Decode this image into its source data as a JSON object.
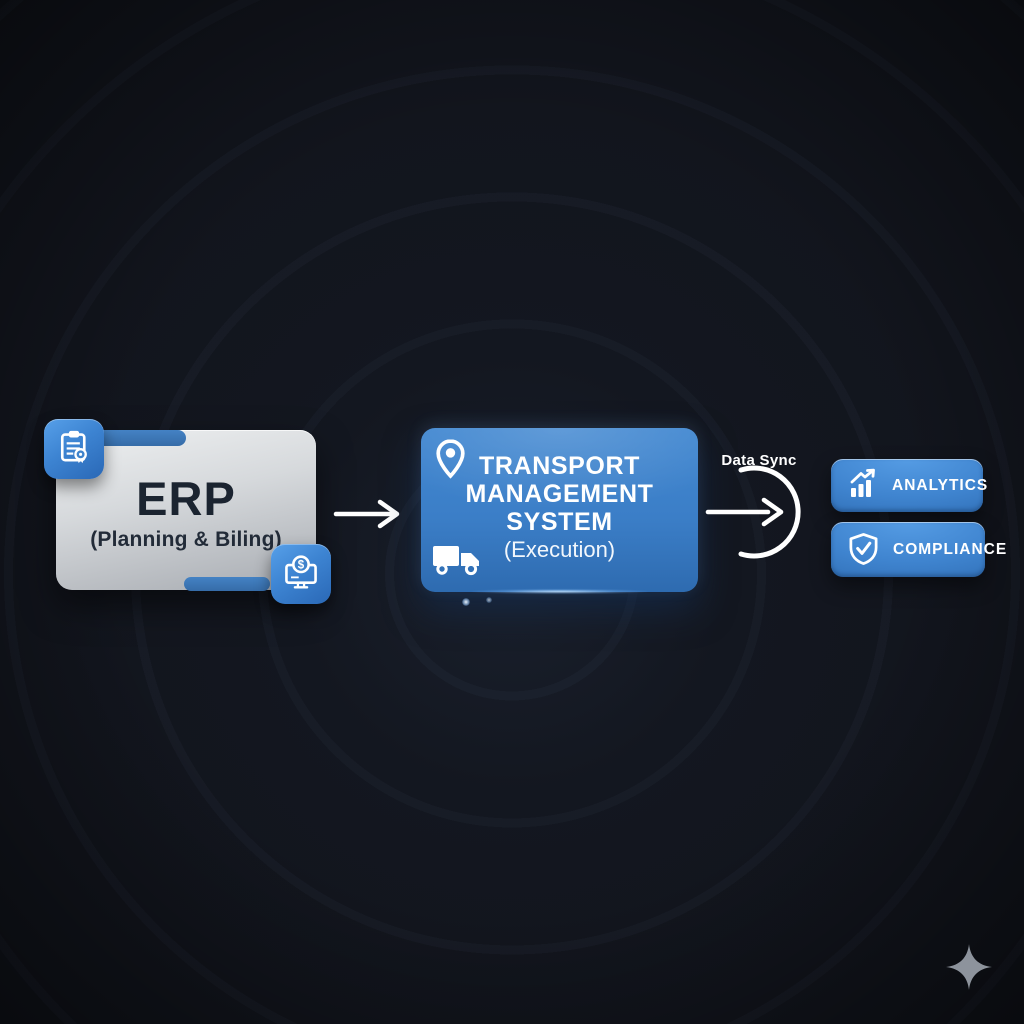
{
  "colors": {
    "background": "#12151d",
    "accent_blue": "#3f84cf",
    "badge_blue_light": "#57a0e9",
    "badge_blue_dark": "#2a68b6",
    "erp_card_light": "#eef0f1",
    "erp_card_dark": "#a7abb1",
    "erp_text": "#1b2430",
    "tab_blue": "#3c75b4",
    "white": "#ffffff",
    "sparkle_gray": "#8d939c"
  },
  "erp": {
    "title": "ERP",
    "subtitle": "(Planning & Biling)",
    "top_left_icon": "clipboard-award-icon",
    "bottom_right_icon": "monitor-dollar-icon"
  },
  "tms": {
    "title_lines": [
      "TRANSPORT",
      "MANAGEMENT",
      "SYSTEM"
    ],
    "subtitle": "(Execution)",
    "top_left_icon": "location-pin-icon",
    "bottom_left_icon": "truck-icon"
  },
  "flow": {
    "data_sync_label": "Data Sync"
  },
  "outputs": [
    {
      "label": "ANALYTICS",
      "icon": "bar-chart-trend-icon"
    },
    {
      "label": "COMPLIANCE",
      "icon": "shield-check-icon"
    }
  ],
  "decor": {
    "sparkle_icon": "sparkle-icon"
  }
}
